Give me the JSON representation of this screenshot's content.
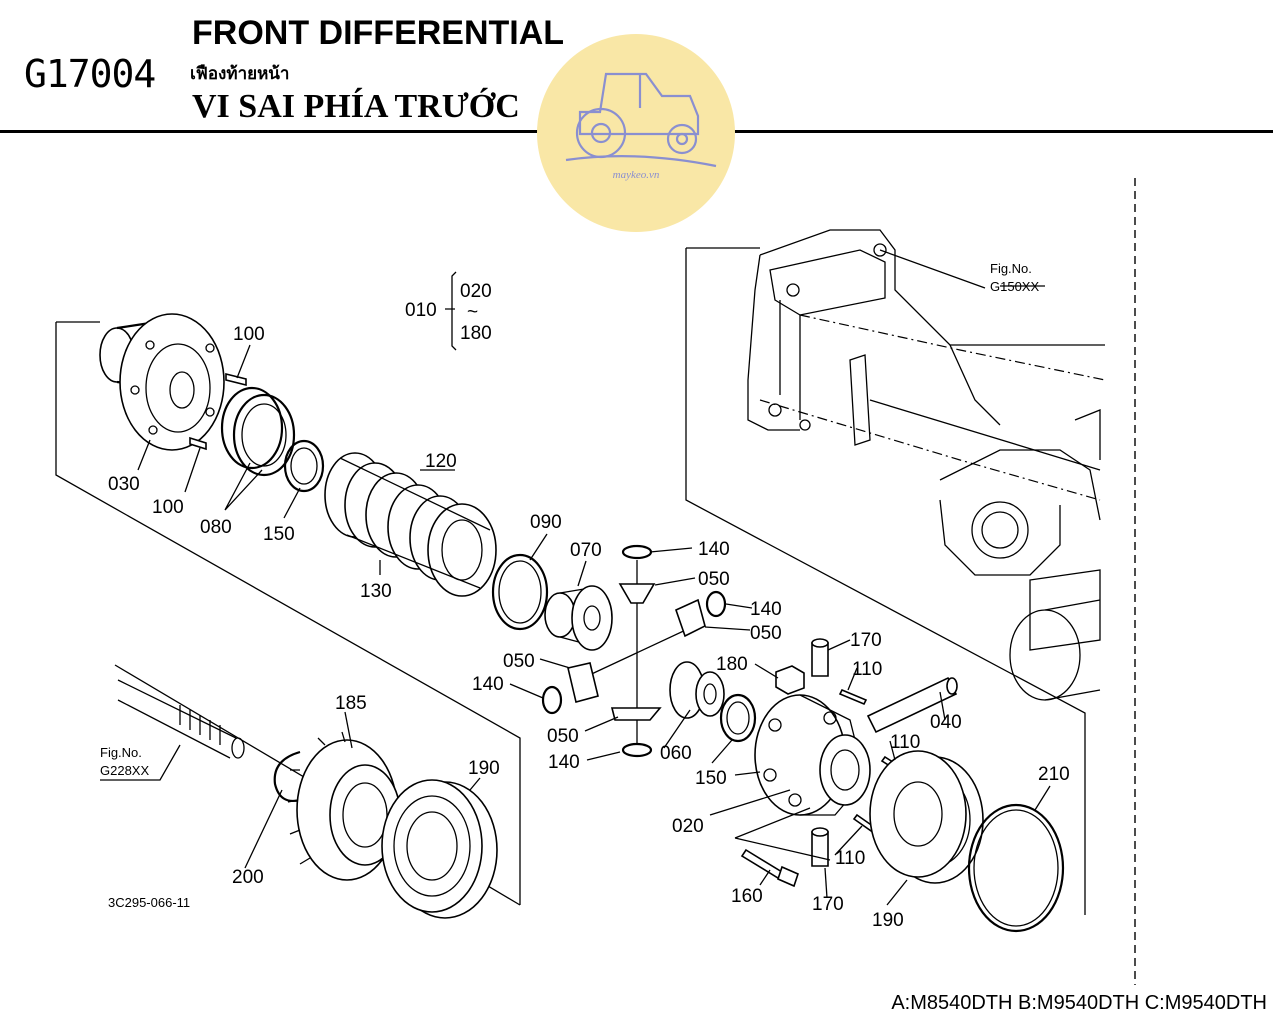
{
  "header": {
    "code": "G17004",
    "title_en": "FRONT DIFFERENTIAL",
    "title_th": "เฟืองท้ายหน้า",
    "title_vi": "VI SAI PHÍA TRƯỚC"
  },
  "watermark": {
    "text": "maykeo.vn",
    "color": "#f7e39a",
    "icon": "tractor-icon"
  },
  "labels": {
    "p010": "010",
    "p020_range": "020",
    "p180_range": "180",
    "range_sym": "~",
    "p100a": "100",
    "p100b": "100",
    "p030": "030",
    "p080": "080",
    "p150a": "150",
    "p120": "120",
    "p130": "130",
    "p090": "090",
    "p070": "070",
    "p140a": "140",
    "p050a": "050",
    "p140b": "140",
    "p050b": "050",
    "p050c": "050",
    "p140c": "140",
    "p050d": "050",
    "p140d": "140",
    "p060": "060",
    "p150b": "150",
    "p180": "180",
    "p170a": "170",
    "p110a": "110",
    "p040": "040",
    "p110b": "110",
    "p020": "020",
    "p110c": "110",
    "p160": "160",
    "p170b": "170",
    "p190a": "190",
    "p210": "210",
    "p185": "185",
    "p190b": "190",
    "p200": "200"
  },
  "figure_refs": {
    "ref1_line1": "Fig.No.",
    "ref1_line2": "G150XX",
    "ref2_line1": "Fig.No.",
    "ref2_line2": "G228XX"
  },
  "drawing_number": "3C295-066-11",
  "models": "A:M8540DTH B:M9540DTH C:M9540DTH"
}
